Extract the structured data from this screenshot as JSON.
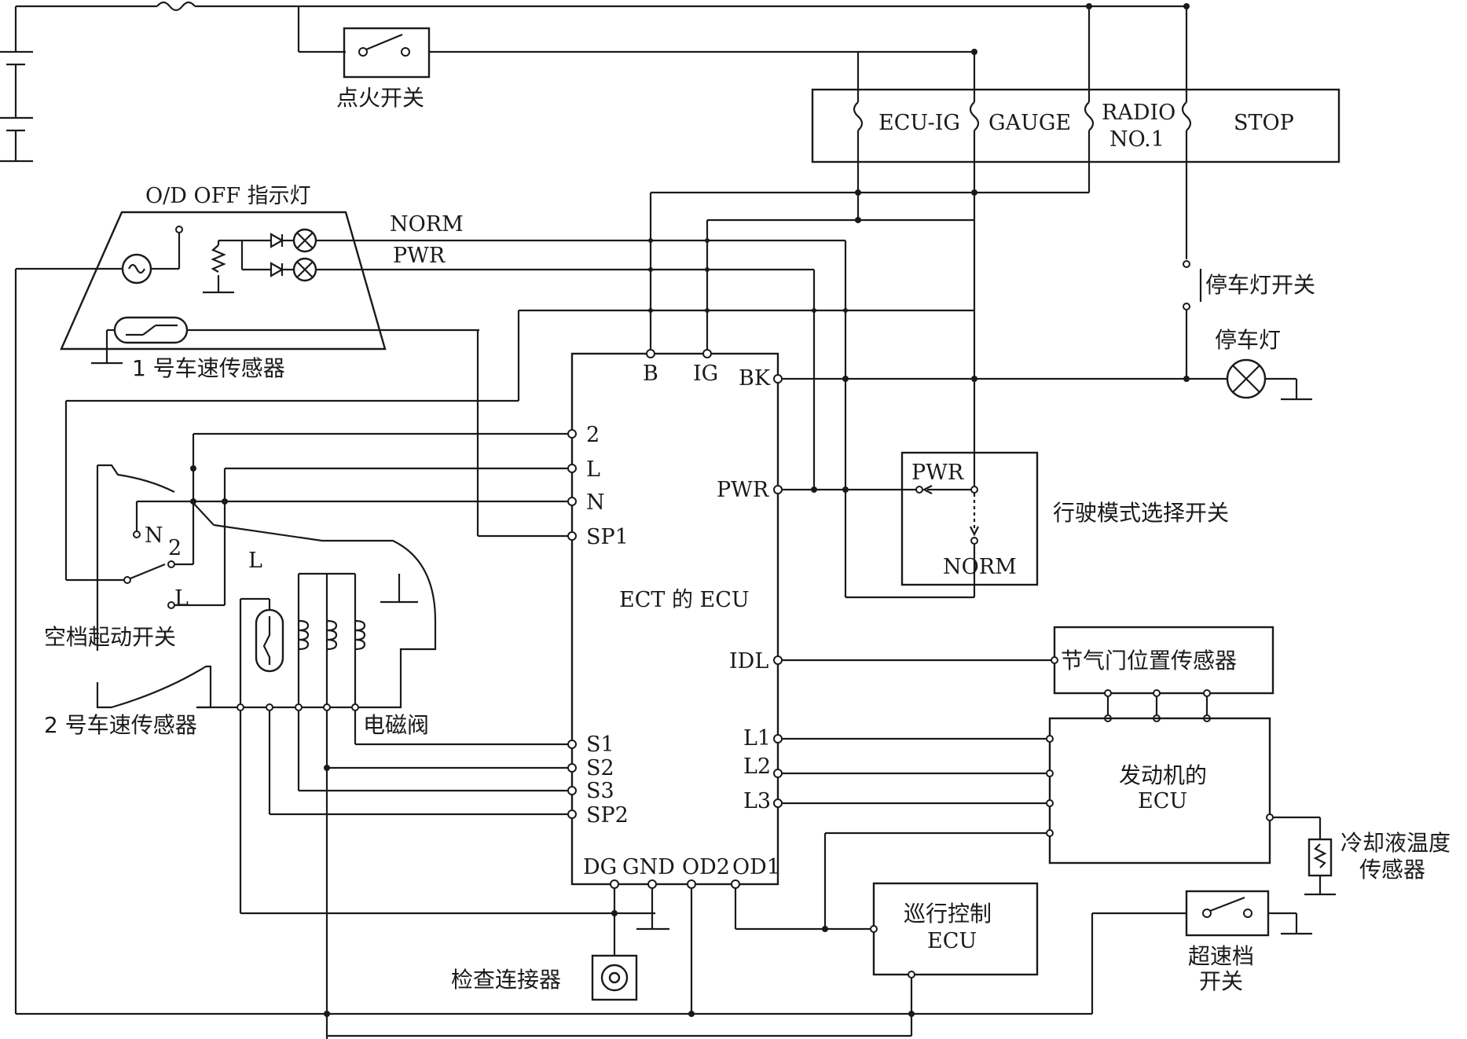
{
  "title": "",
  "ecu": {
    "label": "ECT 的 ECU",
    "pins_top": [
      "B",
      "IG",
      "BK"
    ],
    "pins_left": [
      "2",
      "L",
      "N",
      "SP1",
      "S1",
      "S2",
      "S3",
      "SP2"
    ],
    "pins_right": [
      "PWR",
      "IDL",
      "L1",
      "L2",
      "L3"
    ],
    "pins_bottom": [
      "DG",
      "GND",
      "OD2",
      "OD1"
    ]
  },
  "fuse_box": {
    "fuses": [
      "ECU-IG",
      "GAUGE",
      "RADIO",
      "NO.1",
      "STOP"
    ]
  },
  "components": {
    "ignition_switch": "点火开关",
    "od_off_lamp": "O/D OFF 指示灯",
    "norm_label": "NORM",
    "pwr_label": "PWR",
    "speed_sensor_1": "1 号车速传感器",
    "speed_sensor_2": "2 号车速传感器",
    "neutral_switch": "空档起动开关",
    "neutral_n": "N",
    "neutral_2": "2",
    "neutral_l": "L",
    "solenoid": "电磁阀",
    "solenoid_l": "L",
    "brake_switch": "停车灯开关",
    "brake_lamp": "停车灯",
    "mode_switch": "行驶模式选择开关",
    "mode_pwr": "PWR",
    "mode_norm": "NORM",
    "throttle_sensor": "节气门位置传感器",
    "engine_ecu_line1": "发动机的",
    "engine_ecu_line2": "ECU",
    "coolant_line1": "冷却液温度",
    "coolant_line2": "传感器",
    "cruise_ecu_line1": "巡行控制",
    "cruise_ecu_line2": "ECU",
    "od_switch_line1": "超速档",
    "od_switch_line2": "开关",
    "check_connector": "检查连接器"
  }
}
